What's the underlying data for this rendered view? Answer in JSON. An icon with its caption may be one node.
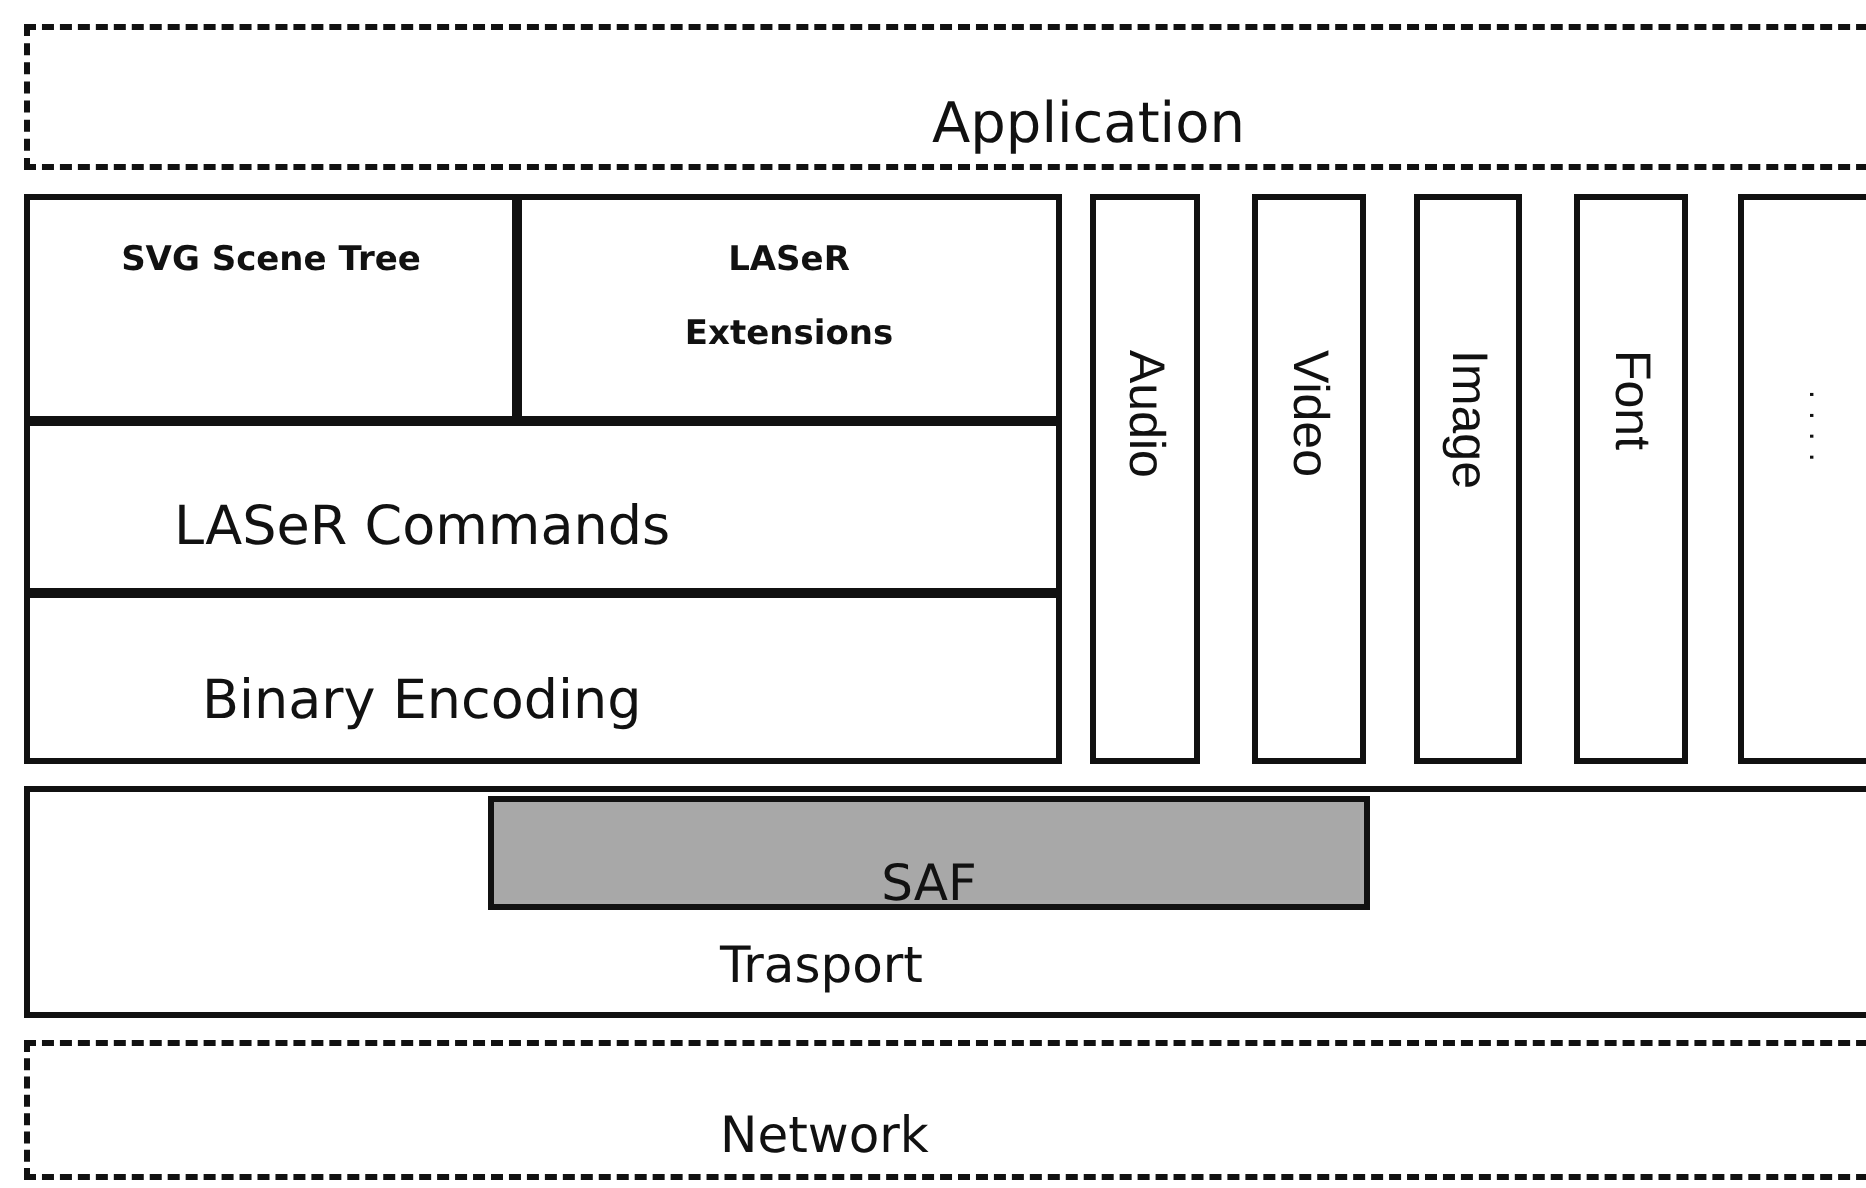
{
  "diagram": {
    "nodes": [
      {
        "text": [
          "Application"
        ]
      },
      {
        "text": [
          "SVG Scene Tree"
        ]
      },
      {
        "text": [
          "LASeR Extensions"
        ]
      },
      {
        "text": [
          "LASeR Commands"
        ]
      },
      {
        "text": [
          "Binary Encoding"
        ]
      },
      {
        "text": [
          "Audio"
        ]
      },
      {
        "text": [
          "Video"
        ]
      },
      {
        "text": [
          "Image"
        ]
      },
      {
        "text": [
          "Font"
        ]
      },
      {
        "text": [
          "...."
        ]
      },
      {
        "text": [
          "Trasport"
        ]
      },
      {
        "text": [
          "SAF"
        ],
        "in": 10
      },
      {
        "text": [
          "Network"
        ]
      }
    ]
  }
}
